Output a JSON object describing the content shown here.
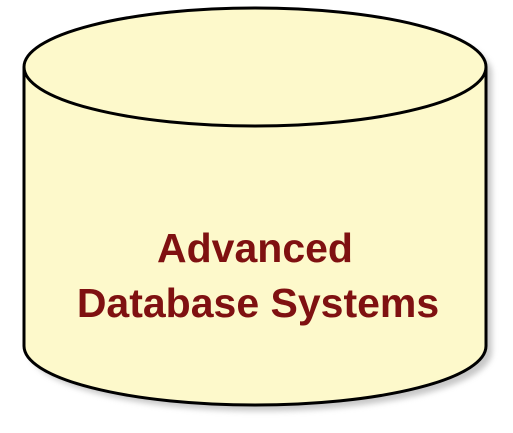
{
  "diagram": {
    "shape": "cylinder",
    "label_lines": [
      "Advanced",
      "Database Systems"
    ],
    "colors": {
      "fill": "#fdf9cb",
      "stroke": "#000000",
      "shadow": "#9a9a9a",
      "text": "#7f1111"
    }
  }
}
